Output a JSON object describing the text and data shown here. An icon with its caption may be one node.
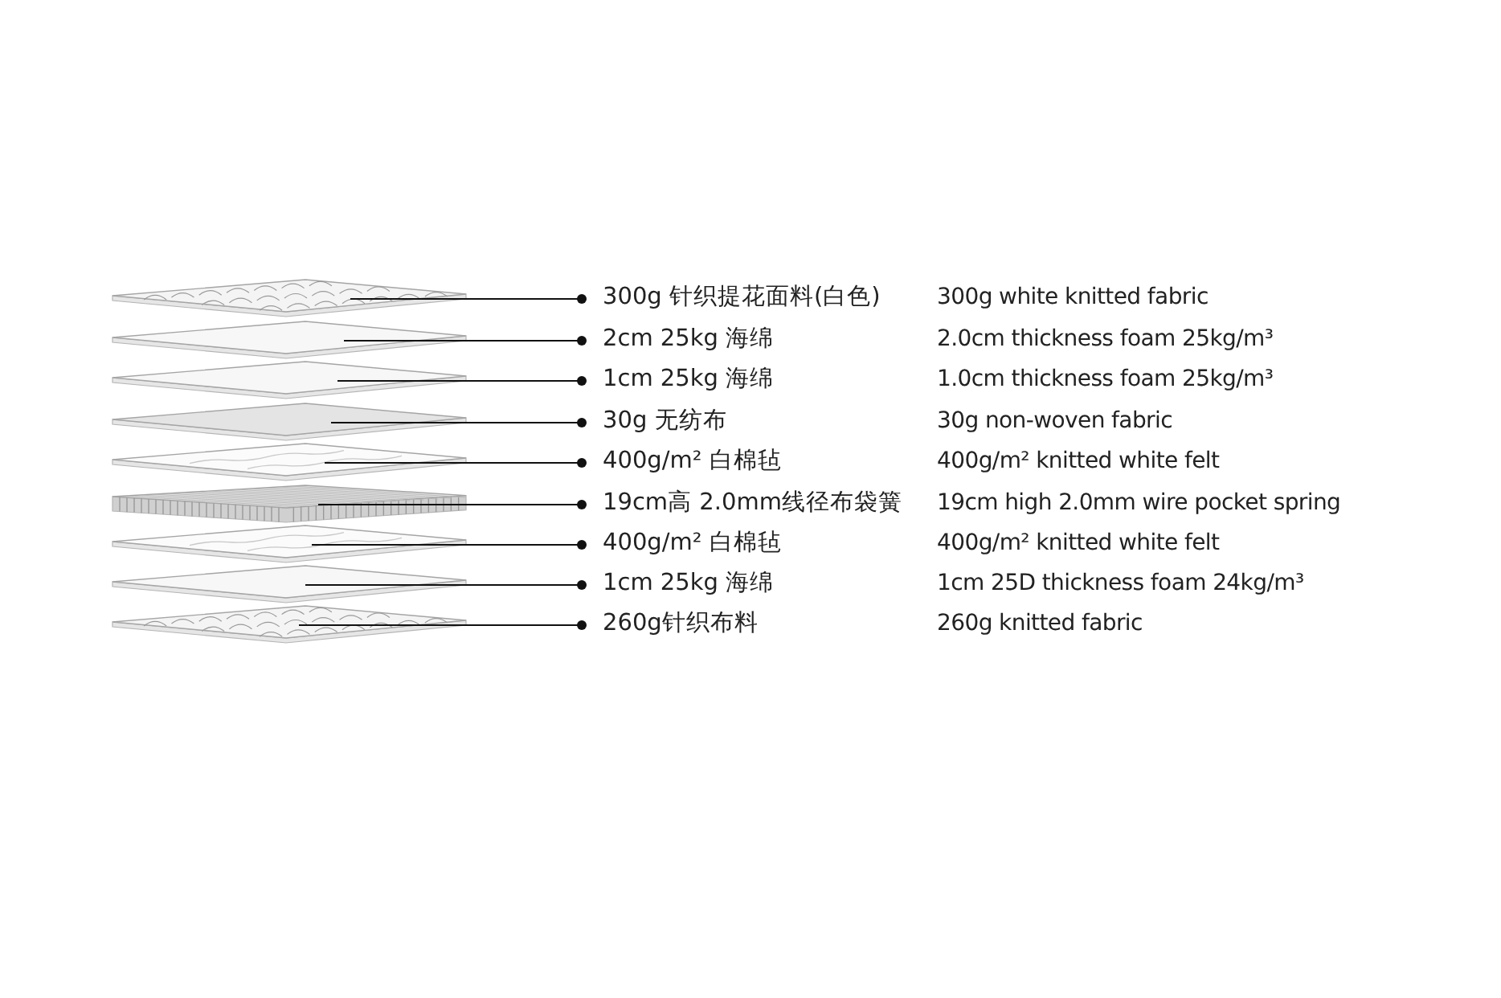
{
  "diagram": {
    "nodes": [
      {
        "text": [
          "300g 针织提花面料(白色)"
        ]
      },
      {
        "text": [
          "2cm 25kg 海绵"
        ]
      },
      {
        "text": [
          "1cm 25kg 海绵"
        ]
      },
      {
        "text": [
          "30g 无纺布"
        ]
      },
      {
        "text": [
          "400g/m² 白棉毡"
        ]
      },
      {
        "text": [
          "19cm高 2.0mm线径布袋簧"
        ]
      },
      {
        "text": [
          "400g/m² 白棉毡"
        ]
      },
      {
        "text": [
          "1cm 25kg 海绵"
        ]
      },
      {
        "text": [
          "260g针织布料"
        ]
      },
      {
        "text": [],
        "shape": "picture"
      },
      {
        "text": [],
        "shape": "picture"
      },
      {
        "text": [],
        "shape": "picture"
      },
      {
        "text": [],
        "shape": "picture"
      },
      {
        "text": [],
        "shape": "picture"
      },
      {
        "text": [],
        "shape": "picture"
      },
      {
        "text": [],
        "shape": "picture"
      },
      {
        "text": [],
        "shape": "picture"
      },
      {
        "text": [],
        "shape": "picture"
      }
    ],
    "edges": [
      {
        "from": 0,
        "to": 9,
        "arrow": "other"
      },
      {
        "from": 1,
        "to": 10,
        "arrow": "other"
      },
      {
        "from": 2,
        "to": 11,
        "arrow": "other"
      },
      {
        "from": 3,
        "to": 12,
        "arrow": "other"
      },
      {
        "from": 4,
        "to": 13,
        "arrow": "other"
      },
      {
        "from": 5,
        "to": 14,
        "arrow": "other"
      },
      {
        "from": 6,
        "to": 15,
        "arrow": "other"
      },
      {
        "from": 7,
        "to": 16,
        "arrow": "other"
      },
      {
        "from": 8,
        "to": 17,
        "arrow": "other"
      }
    ],
    "labels": [
      "300g white knitted fabric",
      "2.0cm thickness foam 25kg/m³",
      "1.0cm thickness foam 25kg/m³",
      "30g non-woven fabric",
      "400g/m² knitted white felt",
      "19cm high 2.0mm wire pocket spring",
      "400g/m² knitted white felt",
      "1cm 25D  thickness foam 24kg/m³",
      "260g knitted fabric"
    ]
  }
}
